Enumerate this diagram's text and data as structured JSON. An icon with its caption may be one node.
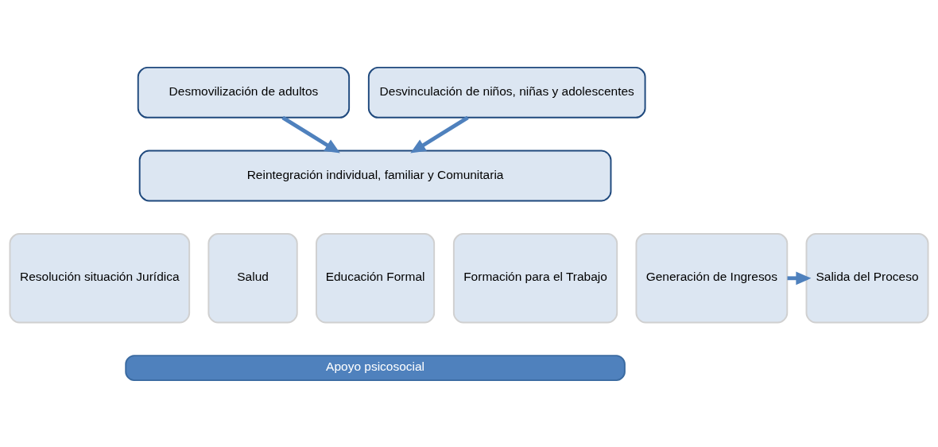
{
  "diagram": {
    "nodes": [
      {
        "text": [
          "Desmovilización de adultos"
        ]
      },
      {
        "text": [
          "Desvinculación de niños, niñas y adolescentes"
        ]
      },
      {
        "text": [
          "Reintegración individual, familiar y Comunitaria"
        ]
      },
      {
        "text": [
          "Resolución situación Jurídica"
        ]
      },
      {
        "text": [
          "Salud"
        ]
      },
      {
        "text": [
          "Educación Formal"
        ]
      },
      {
        "text": [
          "Formación para el Trabajo"
        ]
      },
      {
        "text": [
          "Generación de Ingresos"
        ]
      },
      {
        "text": [
          "Salida del Proceso"
        ]
      },
      {
        "text": [
          "Apoyo psicosocial"
        ]
      }
    ],
    "edges": [
      {
        "from": 0,
        "to": 2,
        "arrow": "to"
      },
      {
        "from": 1,
        "to": 2,
        "arrow": "to"
      },
      {
        "from": 7,
        "to": 8,
        "arrow": "to"
      }
    ]
  }
}
